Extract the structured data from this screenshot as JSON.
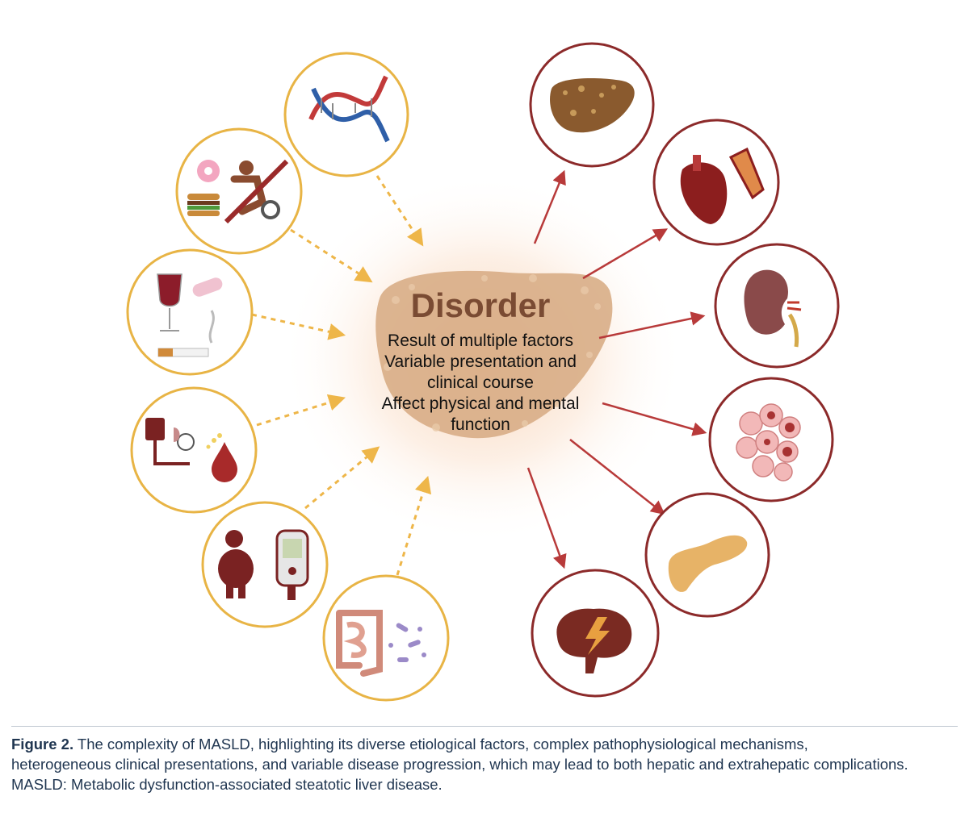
{
  "center": {
    "title": "Disorder",
    "lines": [
      "Result of multiple factors",
      "Variable presentation and",
      "clinical course",
      "Affect physical and mental",
      "function"
    ]
  },
  "factors": [
    {
      "icon": "dna-icon"
    },
    {
      "icon": "junk-food-no-exercise-icon"
    },
    {
      "icon": "alcohol-pill-cigarette-icon"
    },
    {
      "icon": "blood-pressure-glucose-icon"
    },
    {
      "icon": "obesity-glucometer-icon"
    },
    {
      "icon": "gut-microbiota-icon"
    }
  ],
  "complications": [
    {
      "icon": "fatty-liver-icon"
    },
    {
      "icon": "heart-artery-icon"
    },
    {
      "icon": "kidney-icon"
    },
    {
      "icon": "tumor-cells-icon"
    },
    {
      "icon": "pancreas-icon"
    },
    {
      "icon": "brain-lightning-icon"
    }
  ],
  "colors": {
    "factor_ring": "#e8b445",
    "factor_arrow": "#eeb649",
    "complication_ring": "#8c2a2a",
    "complication_arrow": "#b83a3a",
    "center_title": "#7a4b33",
    "caption": "#1f3550"
  },
  "caption": {
    "label": "Figure 2.",
    "line1": " The complexity of MASLD, highlighting its diverse etiological factors, complex pathophysiological mechanisms,",
    "line2": "heterogeneous clinical presentations, and variable disease progression, which may lead to both hepatic and extrahepatic complications.",
    "line3": "MASLD: Metabolic dysfunction-associated steatotic liver disease."
  }
}
